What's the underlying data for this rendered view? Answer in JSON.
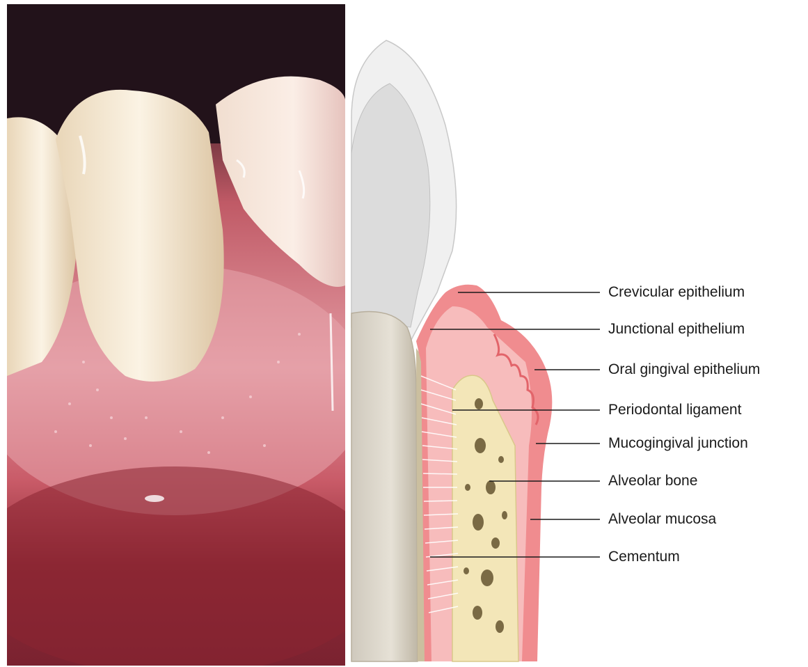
{
  "labels": [
    {
      "id": "crevicular-epithelium",
      "text": "Crevicular epithelium"
    },
    {
      "id": "junctional-epithelium",
      "text": "Junctional epithelium"
    },
    {
      "id": "oral-gingival-epithelium",
      "text": "Oral gingival epithelium"
    },
    {
      "id": "periodontal-ligament",
      "text": "Periodontal ligament"
    },
    {
      "id": "mucogingival-junction",
      "text": "Mucogingival junction"
    },
    {
      "id": "alveolar-bone",
      "text": "Alveolar bone"
    },
    {
      "id": "alveolar-mucosa",
      "text": "Alveolar mucosa"
    },
    {
      "id": "cementum",
      "text": "Cementum"
    }
  ],
  "colors": {
    "gingiva": "#f08c8f",
    "gingiva_light": "#f7bcbc",
    "bone": "#f3e6b8",
    "bone_pores": "#7a6a44",
    "enamel": "#e6e6e6",
    "root": "#d9d3c6",
    "cementum": "#cbbf9f",
    "photo_gum": "#b8454f",
    "photo_dark": "#5c1a22"
  }
}
